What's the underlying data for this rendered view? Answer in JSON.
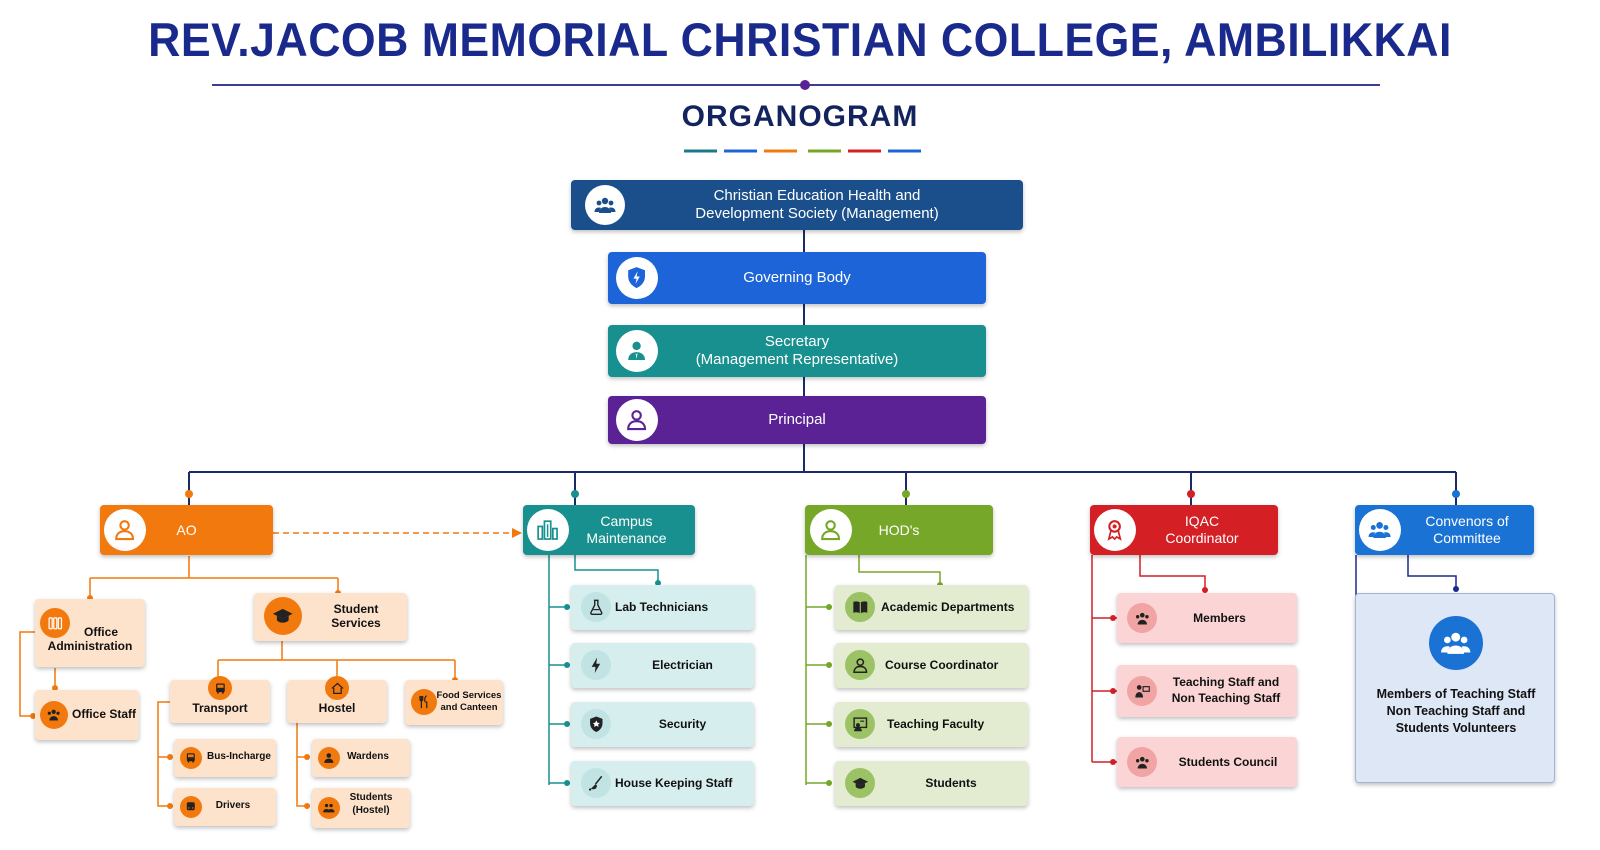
{
  "header": {
    "title": "REV.JACOB MEMORIAL CHRISTIAN COLLEGE, AMBILIKKAI",
    "subtitle": "ORGANOGRAM"
  },
  "colors": {
    "navy": "#1a4f8c",
    "blue": "#1d64d8",
    "teal": "#18908f",
    "purple": "#5a2294",
    "orange": "#f2790d",
    "green": "#76a728",
    "red": "#d41f25",
    "lightblue": "#1a73d4"
  },
  "top": {
    "management_line1": "Christian Education Health and",
    "management_line2": "Development Society (Management)",
    "governing": "Governing Body",
    "secretary_line1": "Secretary",
    "secretary_line2": "(Management Representative)",
    "principal": "Principal"
  },
  "heads": {
    "ao": "AO",
    "campus_line1": "Campus",
    "campus_line2": "Maintenance",
    "hods": "HOD's",
    "iqac_line1": "IQAC",
    "iqac_line2": "Coordinator",
    "conv_line1": "Convenors of",
    "conv_line2": "Committee"
  },
  "ao_branch": {
    "office_line1": "Office",
    "office_line2": "Administration",
    "office_staff": "Office Staff",
    "student_line1": "Student",
    "student_line2": "Services",
    "transport": "Transport",
    "hostel": "Hostel",
    "food_line1": "Food Services",
    "food_line2": "and Canteen",
    "bus": "Bus-Incharge",
    "drivers": "Drivers",
    "wardens": "Wardens",
    "students_line1": "Students",
    "students_line2": "(Hostel)"
  },
  "campus_branch": [
    "Lab Technicians",
    "Electrician",
    "Security",
    "House Keeping Staff"
  ],
  "hod_branch": [
    "Academic Departments",
    "Course Coordinator",
    "Teaching Faculty",
    "Students"
  ],
  "iqac_branch": {
    "members": "Members",
    "staff_line1": "Teaching Staff and",
    "staff_line2": "Non Teaching Staff",
    "council": "Students Council"
  },
  "convenor_branch": {
    "line1": "Members of Teaching Staff",
    "line2": "Non Teaching Staff and",
    "line3": "Students Volunteers"
  }
}
